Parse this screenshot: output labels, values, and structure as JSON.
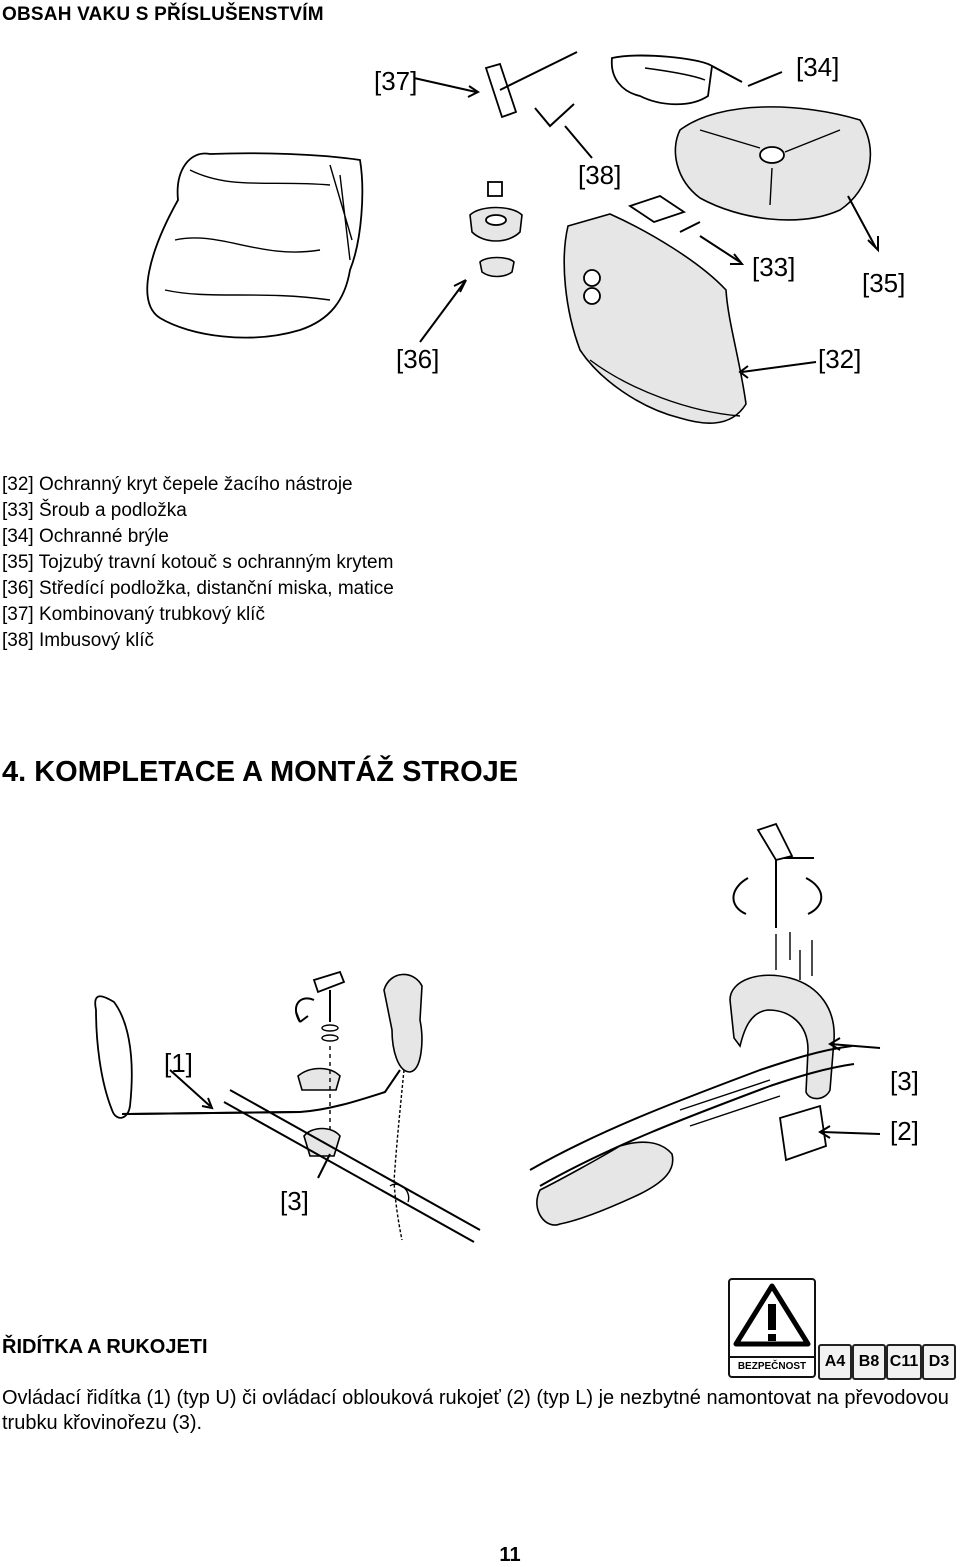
{
  "page": {
    "heading": "OBSAH VAKU S PŘÍSLUŠENSTVÍM",
    "legend": [
      "[32] Ochranný kryt čepele žacího nástroje",
      "[33] Šroub a podložka",
      "[34] Ochranné brýle",
      "[35] Tojzubý travní kotouč s ochranným krytem",
      "[36] Středící podložka, distanční miska, matice",
      "[37] Kombinovaný trubkový klíč",
      "[38] Imbusový klíč"
    ],
    "section_title": "4. KOMPLETACE A MONTÁŽ STROJE",
    "subsection_title": "ŘIDÍTKA A RUKOJETI",
    "paragraph": "Ovládací řidítka (1) (typ U) či ovládací oblouková rukojeť (2) (typ L) je nezbytné namontovat na převodovou trubku křovinořezu (3).",
    "page_number": "11"
  },
  "figure1": {
    "labels": {
      "l37": "[37]",
      "l34": "[34]",
      "l38": "[38]",
      "l33": "[33]",
      "l35": "[35]",
      "l36": "[36]",
      "l32": "[32]"
    }
  },
  "figure2": {
    "labels": {
      "l1": "[1]",
      "l3a": "[3]",
      "l3b": "[3]",
      "l2": "[2]"
    }
  },
  "safety": {
    "warning_label": "BEZPEČNOST",
    "codes": [
      "A4",
      "B8",
      "C11",
      "D3"
    ],
    "icon": "warning-triangle-icon"
  }
}
